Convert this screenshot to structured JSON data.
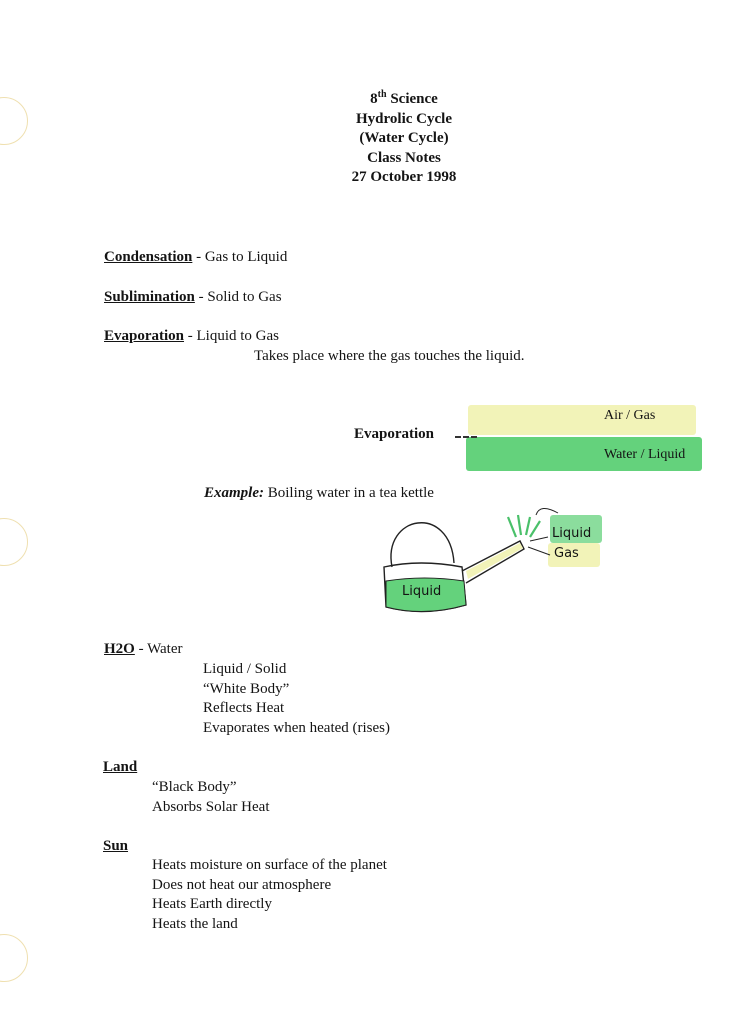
{
  "header": {
    "grade_number": "8",
    "grade_suffix": "th",
    "grade_subject": " Science",
    "title": "Hydrolic Cycle",
    "subtitle": "(Water Cycle)",
    "doc_type": "Class Notes",
    "date": "27 October 1998"
  },
  "definitions": [
    {
      "term": "Condensation",
      "definition": " - Gas to Liquid"
    },
    {
      "term": "Sublimination",
      "definition": " - Solid to Gas"
    },
    {
      "term": "Evaporation",
      "definition": " - Liquid to Gas"
    }
  ],
  "evaporation_note": "Takes place where the gas touches the liquid.",
  "evaporation_diagram": {
    "label": "Evaporation",
    "top_band": "Air / Gas",
    "bottom_band": "Water / Liquid",
    "colors": {
      "air": "#f2f3b8",
      "water": "#64d27c"
    }
  },
  "example": {
    "label": "Example:",
    "text": " Boiling water in a tea kettle"
  },
  "kettle": {
    "contents_label": "Liquid",
    "steam_label_1": "Liquid",
    "steam_label_2": "Gas"
  },
  "h2o": {
    "term": "H2O",
    "definition": " - Water",
    "items": [
      "Liquid / Solid",
      "“White Body”",
      "Reflects Heat",
      "Evaporates when heated (rises)"
    ]
  },
  "land": {
    "term": "Land",
    "items": [
      "“Black Body”",
      "Absorbs Solar Heat"
    ]
  },
  "sun": {
    "term": "Sun",
    "items": [
      "Heats moisture on surface of the planet",
      "Does not heat our atmosphere",
      "Heats Earth directly",
      "Heats the land"
    ]
  }
}
